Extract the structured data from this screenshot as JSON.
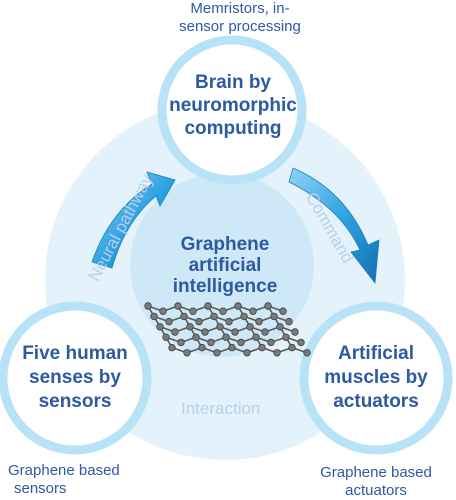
{
  "top_caption": {
    "line1": "Memristors, in-",
    "line2": "sensor processing"
  },
  "left_caption": {
    "line1": "Graphene based",
    "line2": "sensors"
  },
  "right_caption": {
    "line1": "Graphene based",
    "line2": "actuators"
  },
  "top_node": {
    "line1": "Brain by",
    "line2": "neuromorphic",
    "line3": "computing"
  },
  "left_node": {
    "line1": "Five human",
    "line2": "senses by",
    "line3": "sensors"
  },
  "right_node": {
    "line1": "Artificial",
    "line2": "muscles by",
    "line3": "actuators"
  },
  "center": {
    "line1": "Graphene",
    "line2": "artificial",
    "line3": "intelligence"
  },
  "arrows": {
    "left": "Neural pathway",
    "right": "Command",
    "bottom": "Interaction"
  },
  "colors": {
    "outer_ring": "#e4f2fb",
    "inner_disc": "#cfe8f7",
    "node_border": "#b8e2f6",
    "text": "#2d5aa0",
    "soft_text": "#b9d0ea",
    "arrow": "#1f95d6"
  }
}
